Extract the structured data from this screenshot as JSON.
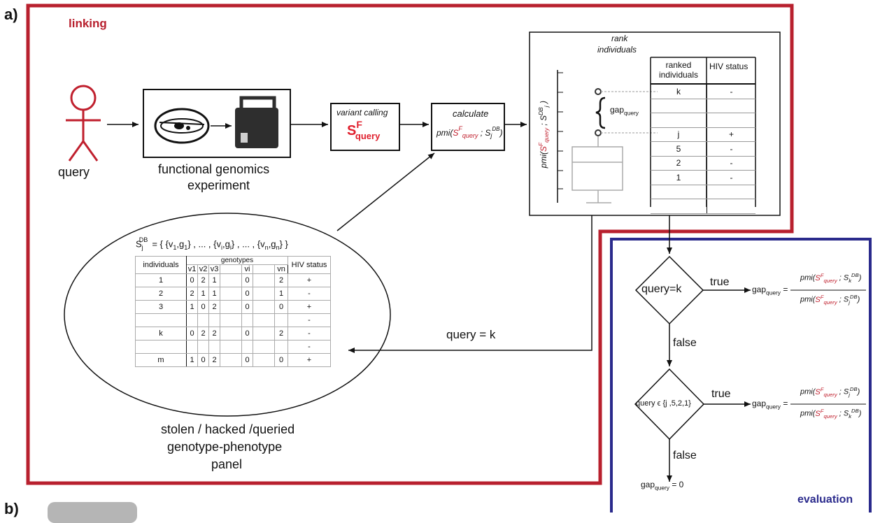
{
  "panel_a_label": "a)",
  "panel_b_label": "b)",
  "linking_title": "linking",
  "evaluation_title": "evaluation",
  "query_label": "query",
  "experiment_label": [
    "functional genomics",
    "experiment"
  ],
  "variant_calling": {
    "title": "variant calling",
    "symbol": "S",
    "sup": "F",
    "sub": "query"
  },
  "calculate": {
    "title": "calculate",
    "formula_prefix": "pmi(",
    "s": "S",
    "sup_f": "F",
    "sub_query": "query",
    "sep": " ; ",
    "sub_j": "j",
    "sup_db": "DB",
    "close": ")"
  },
  "rank": {
    "title": [
      "rank",
      "individuals"
    ],
    "y_axis": "pmi(S^F_query ; S^DB_j)",
    "gap_label": "gap",
    "gap_sub": "query",
    "headers": [
      "ranked individuals",
      "HIV status"
    ],
    "rows": [
      {
        "id": "k",
        "status": "-"
      },
      {
        "id": "",
        "status": ""
      },
      {
        "id": "",
        "status": ""
      },
      {
        "id": "j",
        "status": "+"
      },
      {
        "id": "5",
        "status": "-"
      },
      {
        "id": "2",
        "status": "-"
      },
      {
        "id": "1",
        "status": "-"
      },
      {
        "id": "",
        "status": ""
      },
      {
        "id": "",
        "status": ""
      }
    ]
  },
  "db_set": "S_j^DB = { {v1,g1} , ... , {vi,gi} , ... , {vn,gn} }",
  "genotype_table": {
    "headers": [
      "individuals",
      "genotypes",
      "HIV status"
    ],
    "variants": [
      "v1",
      "v2",
      "v3",
      "",
      "vi",
      "",
      "vn"
    ],
    "rows": [
      {
        "id": "1",
        "g": [
          "0",
          "2",
          "1",
          "",
          "0",
          "",
          "2"
        ],
        "status": "+"
      },
      {
        "id": "2",
        "g": [
          "2",
          "1",
          "1",
          "",
          "0",
          "",
          "1"
        ],
        "status": "-"
      },
      {
        "id": "3",
        "g": [
          "1",
          "0",
          "2",
          "",
          "0",
          "",
          "0"
        ],
        "status": "+"
      },
      {
        "id": "",
        "g": [
          "",
          "",
          "",
          "",
          "",
          "",
          ""
        ],
        "status": "-"
      },
      {
        "id": "k",
        "g": [
          "0",
          "2",
          "2",
          "",
          "0",
          "",
          "2"
        ],
        "status": "-"
      },
      {
        "id": "",
        "g": [
          "",
          "",
          "",
          "",
          "",
          "",
          ""
        ],
        "status": "-"
      },
      {
        "id": "m",
        "g": [
          "1",
          "0",
          "2",
          "",
          "0",
          "",
          "0"
        ],
        "status": "+"
      }
    ]
  },
  "query_eq_k": "query = k",
  "panel_caption": [
    "stolen / hacked /queried",
    "genotype-phenotype",
    "panel"
  ],
  "eval": {
    "decision1": "query=k",
    "decision2": "query ϵ {j ,5,2,1}",
    "true_label": "true",
    "false_label": "false",
    "gap_zero": "= 0"
  },
  "colors": {
    "linking": "#b8202e",
    "evaluation": "#2a2a8c",
    "accent_red": "#e0202e"
  }
}
